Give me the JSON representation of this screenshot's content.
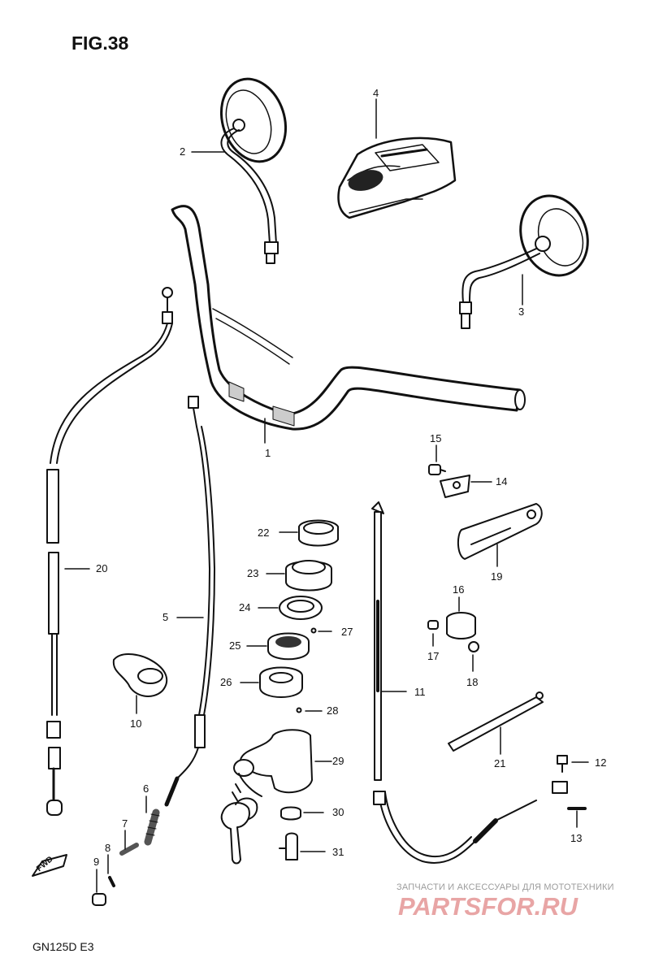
{
  "figure_title": "FIG.38",
  "model_code": "GN125D E3",
  "fwd_marker": "FWD",
  "watermark": {
    "caption": "ЗАПЧАСТИ И АКСЕССУАРЫ ДЛЯ МОТОТЕХНИКИ",
    "brand": "PARTSFOR.RU"
  },
  "callouts": [
    {
      "id": "1",
      "label": "1"
    },
    {
      "id": "2",
      "label": "2"
    },
    {
      "id": "3",
      "label": "3"
    },
    {
      "id": "4",
      "label": "4"
    },
    {
      "id": "5",
      "label": "5"
    },
    {
      "id": "6",
      "label": "6"
    },
    {
      "id": "7",
      "label": "7"
    },
    {
      "id": "8",
      "label": "8"
    },
    {
      "id": "9",
      "label": "9"
    },
    {
      "id": "10",
      "label": "10"
    },
    {
      "id": "11",
      "label": "11"
    },
    {
      "id": "12",
      "label": "12"
    },
    {
      "id": "13",
      "label": "13"
    },
    {
      "id": "14",
      "label": "14"
    },
    {
      "id": "15",
      "label": "15"
    },
    {
      "id": "16",
      "label": "16"
    },
    {
      "id": "17",
      "label": "17"
    },
    {
      "id": "18",
      "label": "18"
    },
    {
      "id": "19",
      "label": "19"
    },
    {
      "id": "20",
      "label": "20"
    },
    {
      "id": "21",
      "label": "21"
    },
    {
      "id": "22",
      "label": "22"
    },
    {
      "id": "23",
      "label": "23"
    },
    {
      "id": "24",
      "label": "24"
    },
    {
      "id": "25",
      "label": "25"
    },
    {
      "id": "26",
      "label": "26"
    },
    {
      "id": "27",
      "label": "27"
    },
    {
      "id": "28",
      "label": "28"
    },
    {
      "id": "29",
      "label": "29"
    },
    {
      "id": "30",
      "label": "30"
    },
    {
      "id": "31",
      "label": "31"
    }
  ]
}
